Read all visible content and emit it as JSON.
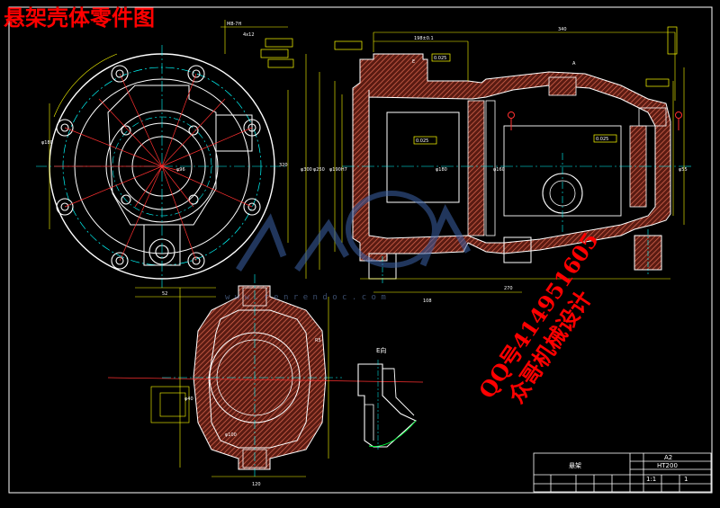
{
  "drawing": {
    "title": "悬架壳体零件图",
    "view_label": "E向",
    "watermark_url": "w w w . r e n r e n d o c . c o m",
    "watermark_qq": "QQ号414951605",
    "watermark_name": "众哥机械设计"
  },
  "title_block": {
    "part_name": "悬架",
    "sheet_size": "A2",
    "material": "HT200",
    "scale": "1:1",
    "sheets": "1"
  },
  "colors": {
    "background": "#000000",
    "outline": "#ffffff",
    "hatch": "#d0584a",
    "centerline": "#00ffff",
    "dimension": "#ffff00",
    "construction": "#ff3030",
    "frame_yellow": "#ffff00",
    "green": "#00ff40",
    "magenta": "#ff40ff"
  }
}
